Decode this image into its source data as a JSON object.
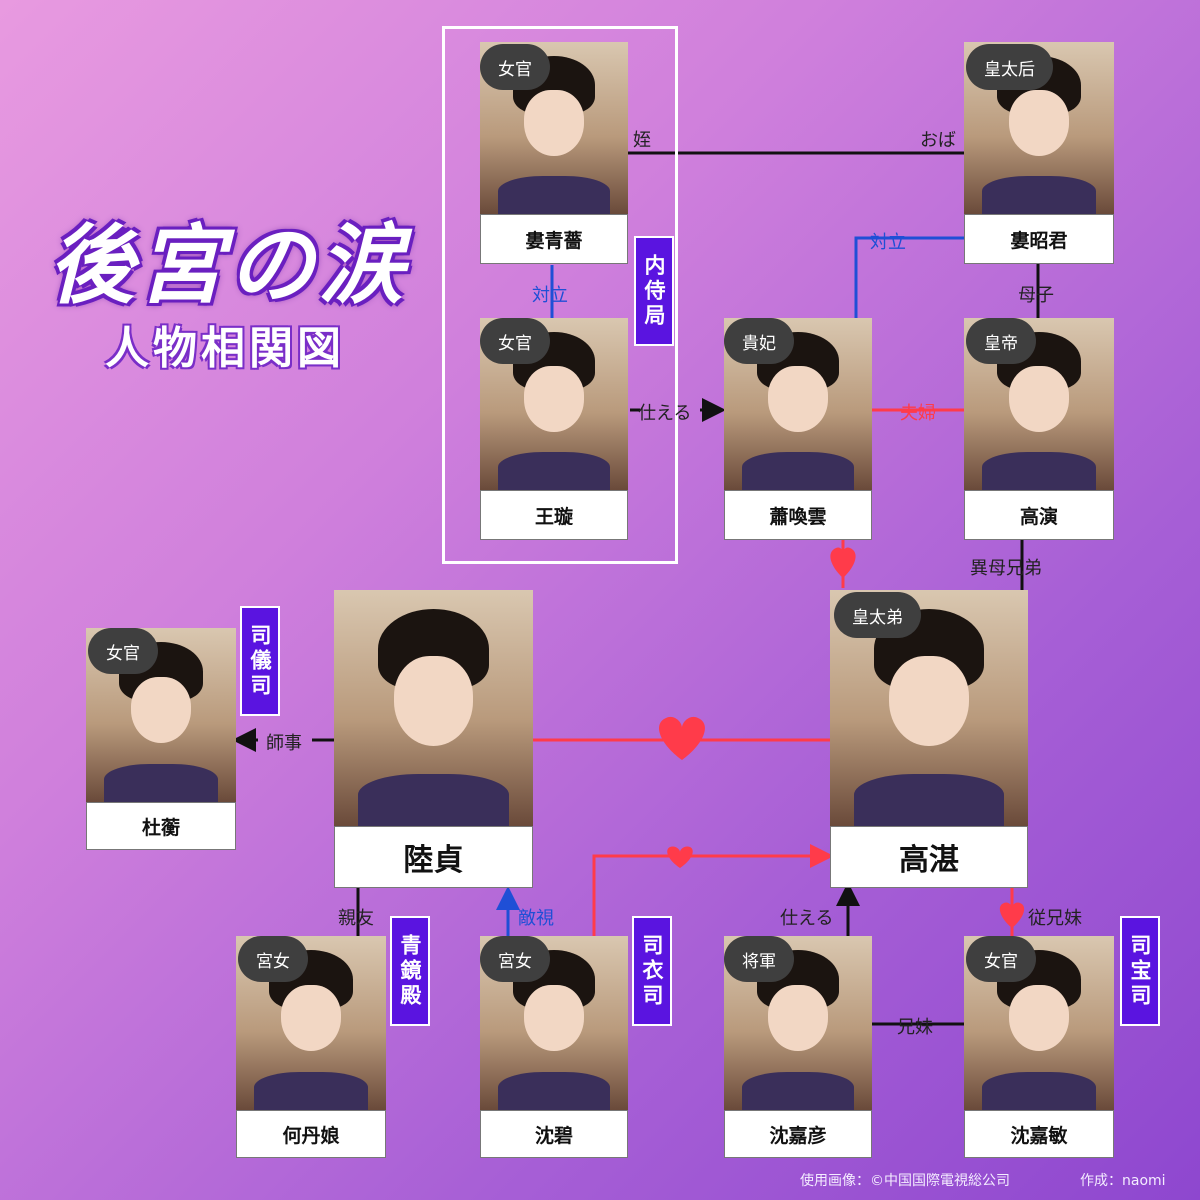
{
  "title": "後宮の涙",
  "subtitle": "人物相関図",
  "colors": {
    "accent": "#5a14e0",
    "love": "#ff3b4a",
    "conflict": "#1f4fd6",
    "line": "#111111"
  },
  "departments": {
    "naijikyoku": "内侍局",
    "shigishi": "司儀司",
    "seikyouden": "青鏡殿",
    "shiishi": "司衣司",
    "shihoushi": "司宝司"
  },
  "people": {
    "rou_seishou": {
      "role": "女官",
      "name": "婁青薔"
    },
    "rou_shoukun": {
      "role": "皇太后",
      "name": "婁昭君"
    },
    "ou_sen": {
      "role": "女官",
      "name": "王璇"
    },
    "shou_kanun": {
      "role": "貴妃",
      "name": "蕭喚雲"
    },
    "kou_en": {
      "role": "皇帝",
      "name": "高演"
    },
    "to_kou": {
      "role": "女官",
      "name": "杜蘅"
    },
    "riku_tei": {
      "role": "",
      "name": "陸貞"
    },
    "kou_tan": {
      "role": "皇太弟",
      "name": "高湛"
    },
    "ka_tanjou": {
      "role": "宮女",
      "name": "何丹娘"
    },
    "chin_heki": {
      "role": "宮女",
      "name": "沈碧"
    },
    "chin_kagen": {
      "role": "将軍",
      "name": "沈嘉彦"
    },
    "chin_kabin": {
      "role": "女官",
      "name": "沈嘉敏"
    }
  },
  "relations": {
    "mei": "姪",
    "oba": "おば",
    "tairitsu1": "対立",
    "tairitsu2": "対立",
    "boshi": "母子",
    "tsukaeru1": "仕える",
    "fuufu": "夫婦",
    "ibo": "異母兄弟",
    "shiji": "師事",
    "shinyuu": "親友",
    "tekishi": "敵視",
    "tsukaeru2": "仕える",
    "jukei": "従兄妹",
    "keimai": "兄妹"
  },
  "credits": {
    "images": "使用画像：©中国国際電視総公司",
    "author": "作成：naomi"
  }
}
